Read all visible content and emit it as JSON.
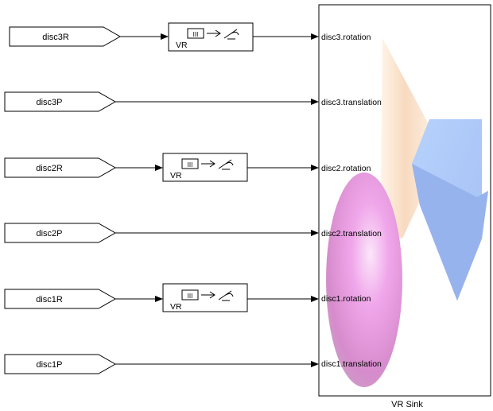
{
  "inputs": {
    "disc3R": "disc3R",
    "disc3P": "disc3P",
    "disc2R": "disc2R",
    "disc2P": "disc2P",
    "disc1R": "disc1R",
    "disc1P": "disc1P"
  },
  "converter_label": "VR",
  "converter_icon_left": "III",
  "sink": {
    "caption": "VR Sink",
    "ports": {
      "disc3_rotation": "disc3.rotation",
      "disc3_translation": "disc3.translation",
      "disc2_rotation": "disc2.rotation",
      "disc2_translation": "disc2.translation",
      "disc1_rotation": "disc1.rotation",
      "disc1_translation": "disc1.translation"
    }
  },
  "colors": {
    "line": "#000000",
    "cone": "#f6dcc2",
    "box": "#9bb8f2",
    "ellipsoid": "#e78fe0"
  }
}
